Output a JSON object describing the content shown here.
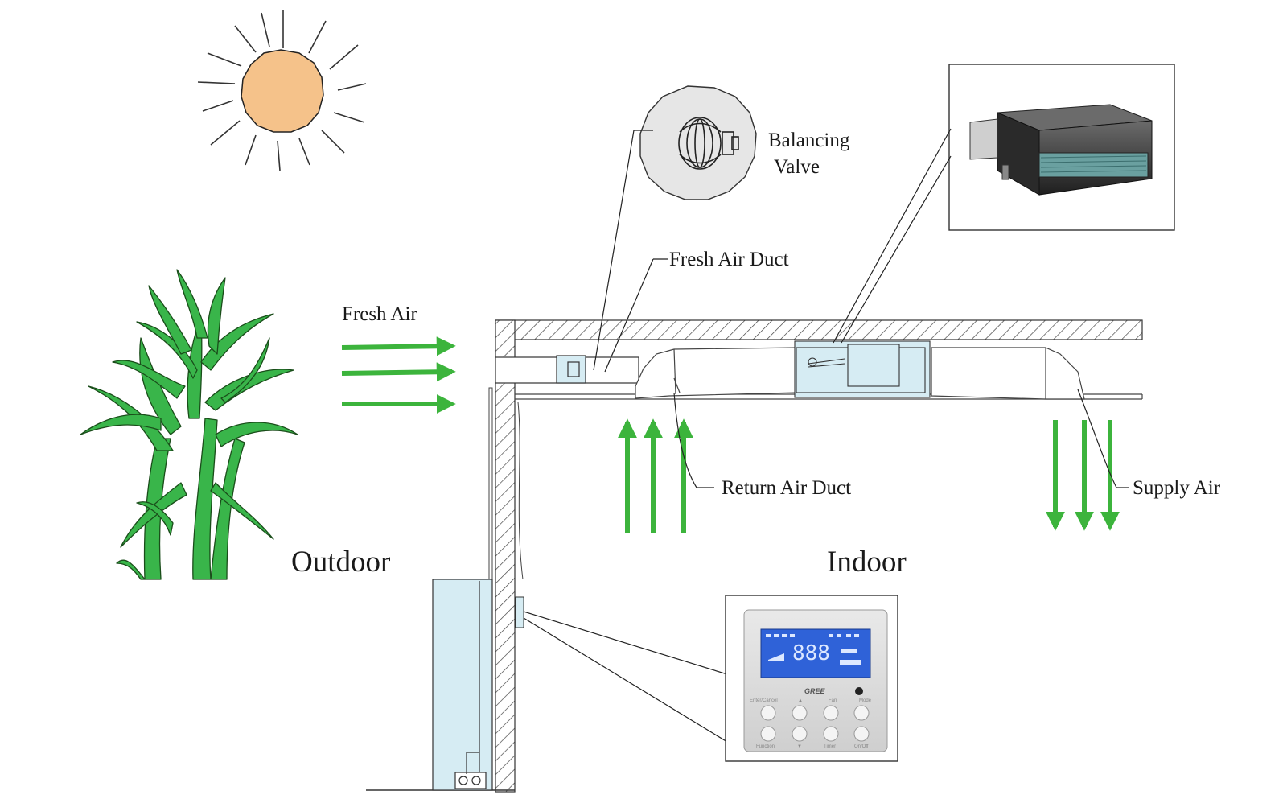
{
  "labels": {
    "balancing_valve_line1": "Balancing",
    "balancing_valve_line2": "Valve",
    "fresh_air_duct": "Fresh Air Duct",
    "fresh_air": "Fresh Air",
    "return_air_duct": "Return Air Duct",
    "supply_air": "Supply Air",
    "outdoor": "Outdoor",
    "indoor": "Indoor"
  },
  "controller": {
    "brand": "GREE",
    "lcd_readout": "888",
    "buttons": [
      "Enter/Cancel",
      "▲",
      "Fan",
      "Mode",
      "Function",
      "▼",
      "Timer",
      "On/Off"
    ]
  },
  "colors": {
    "sun": "#f5c28a",
    "arrow_green": "#3cb43c",
    "plant_green": "#39b54a",
    "unit_blue": "#d6ecf3",
    "lcd_blue": "#2f62d8",
    "wall_hatch": "#555555"
  }
}
